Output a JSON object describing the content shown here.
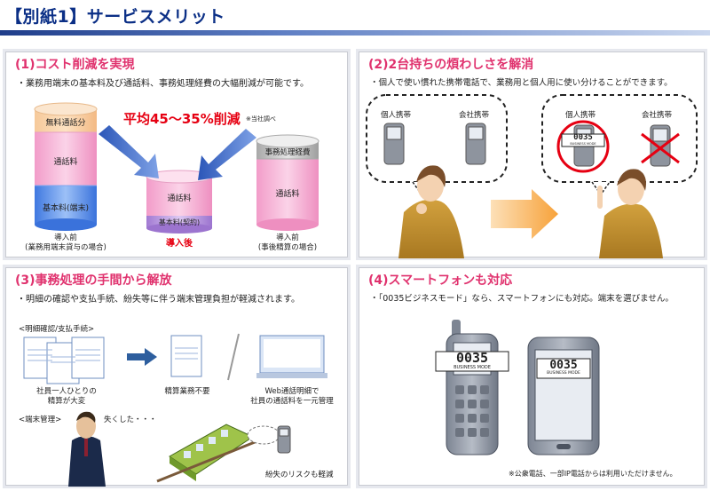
{
  "header": {
    "title": "【別紙1】サービスメリット"
  },
  "panel1": {
    "heading": "(1)コスト削減を実現",
    "description": "・業務用端末の基本料及び通話料、事務処理経費の大幅削減が可能です。",
    "savings": "平均45〜35%削減",
    "savings_note": "※当社調べ",
    "left": {
      "free_calls": "無料通話分",
      "calls": "通話料",
      "base": "基本料(端末)",
      "caption_1": "導入前",
      "caption_2": "(業務用端末貸与の場合)"
    },
    "center": {
      "calls": "通話料",
      "base": "基本料(契約)",
      "caption": "導入後"
    },
    "right": {
      "admin": "事務処理経費",
      "calls": "通話料",
      "caption_1": "導入前",
      "caption_2": "(事後精算の場合)"
    }
  },
  "panel2": {
    "heading": "(2)2台持ちの煩わしさを解消",
    "description": "・個人で使い慣れた携帯電話で、業務用と個人用に使い分けることができます。",
    "before_personal": "個人携帯",
    "before_company": "会社携帯",
    "after_personal": "個人携帯",
    "after_company": "会社携帯",
    "logo_number": "0035",
    "logo_sub": "BUSINESS MODE"
  },
  "panel3": {
    "heading": "(3)事務処理の手間から解放",
    "description": "・明細の確認や支払手続、紛失等に伴う端末管理負担が軽減されます。",
    "section_statement": "<明細確認/支払手続>",
    "docs_caption_1": "社員一人ひとりの",
    "docs_caption_2": "精算が大変",
    "no_task": "精算業務不要",
    "web_1": "Web通話明細で",
    "web_2": "社員の通話料を一元管理",
    "section_device": "<端末管理>",
    "lost": "失くした・・・",
    "risk": "紛失のリスクも軽減"
  },
  "panel4": {
    "heading": "(4)スマートフォンも対応",
    "description": "・「0035ビジネスモード」なら、スマートフォンにも対応。端末を選びません。",
    "logo_number": "0035",
    "logo_sub": "BUSINESS MODE",
    "note": "※公衆電話、一部IP電話からは利用いただけません。"
  },
  "colors": {
    "title": "#0b2f86",
    "heading": "#e0326e",
    "highlight": "#e60012",
    "cyl_pink": "#f7b8d8",
    "cyl_blue": "#5b8ee8",
    "cyl_purple": "#b48cd8"
  }
}
